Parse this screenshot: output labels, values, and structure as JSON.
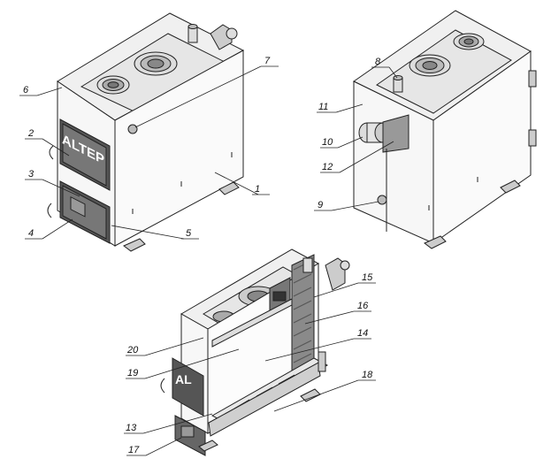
{
  "brand_text": "ALTEP",
  "brand_text_cut": "AL",
  "callouts": [
    "1",
    "2",
    "3",
    "4",
    "5",
    "6",
    "7",
    "8",
    "9",
    "10",
    "11",
    "12",
    "13",
    "14",
    "15",
    "16",
    "17",
    "18",
    "19",
    "20"
  ]
}
